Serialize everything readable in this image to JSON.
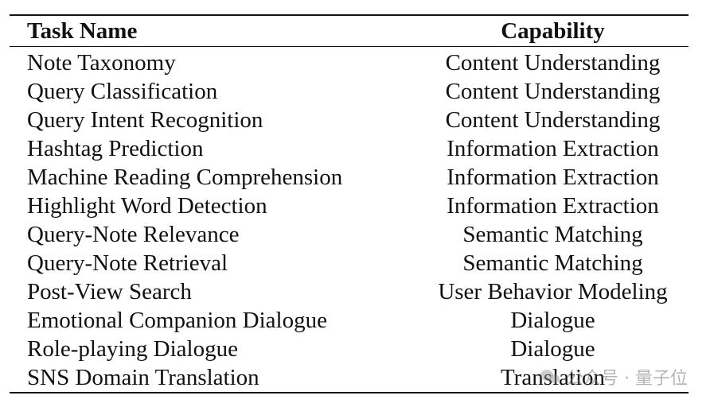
{
  "table": {
    "headers": {
      "task": "Task Name",
      "capability": "Capability"
    },
    "rows": [
      {
        "task": "Note Taxonomy",
        "capability": "Content Understanding"
      },
      {
        "task": "Query Classification",
        "capability": "Content Understanding"
      },
      {
        "task": "Query Intent Recognition",
        "capability": "Content Understanding"
      },
      {
        "task": "Hashtag Prediction",
        "capability": "Information Extraction"
      },
      {
        "task": "Machine Reading Comprehension",
        "capability": "Information Extraction"
      },
      {
        "task": "Highlight Word Detection",
        "capability": "Information Extraction"
      },
      {
        "task": "Query-Note Relevance",
        "capability": "Semantic Matching"
      },
      {
        "task": "Query-Note Retrieval",
        "capability": "Semantic Matching"
      },
      {
        "task": "Post-View Search",
        "capability": "User Behavior Modeling"
      },
      {
        "task": "Emotional Companion Dialogue",
        "capability": "Dialogue"
      },
      {
        "task": "Role-playing Dialogue",
        "capability": "Dialogue"
      },
      {
        "task": "SNS Domain Translation",
        "capability": "Translation"
      }
    ]
  },
  "watermark": {
    "icon": "wechat-icon",
    "text": "公众号 · 量子位"
  }
}
